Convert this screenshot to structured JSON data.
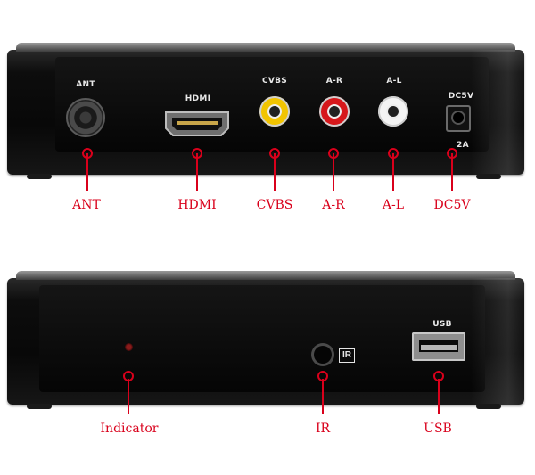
{
  "back_panel": {
    "ports": {
      "ant": "ANT",
      "hdmi": "HDMI",
      "cvbs": "CVBS",
      "ar": "A-R",
      "al": "A-L",
      "dc": "DC5V",
      "dc_current": "2A"
    },
    "callouts": {
      "ant": "ANT",
      "hdmi": "HDMI",
      "cvbs": "CVBS",
      "ar": "A-R",
      "al": "A-L",
      "dc": "DC5V"
    }
  },
  "front_panel": {
    "ports": {
      "ir_badge": "IR",
      "usb": "USB"
    },
    "callouts": {
      "indicator": "Indicator",
      "ir": "IR",
      "usb": "USB"
    }
  },
  "colors": {
    "callout": "#d9001b",
    "cvbs_jack": "#f2c400",
    "right_audio_jack": "#d6171b",
    "left_audio_jack": "#f4f4f4"
  }
}
